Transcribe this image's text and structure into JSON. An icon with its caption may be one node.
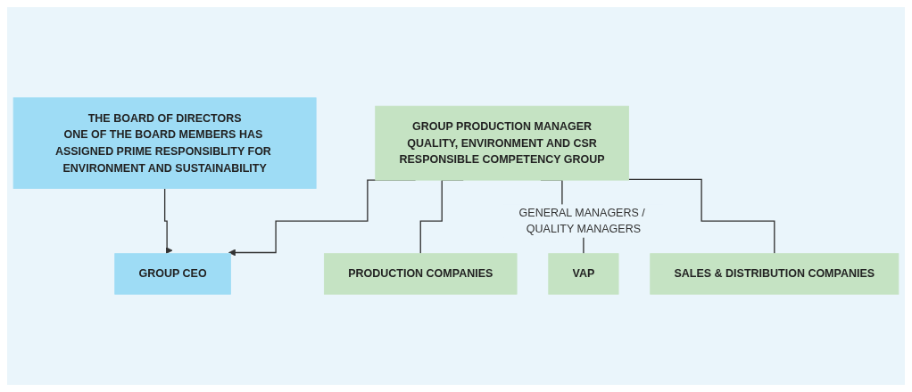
{
  "diagram": {
    "nodes": [
      {
        "text": [
          "THE BOARD OF DIRECTORS",
          "ONE OF THE BOARD MEMBERS HAS ASSIGNED PRIME RESPONSIBLITY FOR ENVIRONMENT AND SUSTAINABILITY"
        ]
      },
      {
        "text": [
          "GROUP CEO"
        ]
      },
      {
        "text": [
          "GROUP PRODUCTION MANAGER",
          "QUALITY, ENVIRONMENT AND CSR",
          "RESPONSIBLE COMPETENCY GROUP"
        ]
      },
      {
        "text": [
          "PRODUCTION COMPANIES"
        ]
      },
      {
        "text": [
          "VAP"
        ]
      },
      {
        "text": [
          "SALES & DISTRIBUTION COMPANIES"
        ]
      }
    ],
    "edges": [
      {
        "from": 0,
        "to": 1,
        "arrow": "to"
      },
      {
        "from": 2,
        "to": 1,
        "arrow": "to"
      },
      {
        "from": 2,
        "to": 3,
        "arrow": "none"
      },
      {
        "from": 2,
        "to": 4,
        "label": "GENERAL MANAGERS / QUALITY MANAGERS",
        "arrow": "none"
      },
      {
        "from": 2,
        "to": 5,
        "arrow": "none"
      }
    ]
  }
}
